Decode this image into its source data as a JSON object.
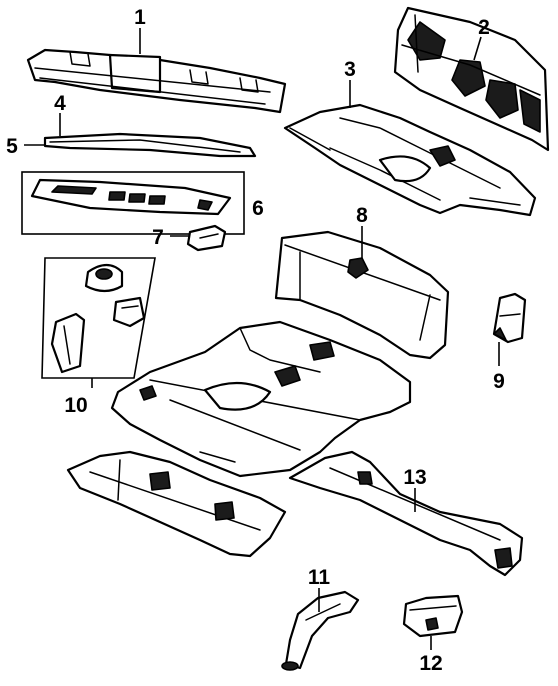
{
  "diagram": {
    "callouts": [
      {
        "id": "c1",
        "label": "1"
      },
      {
        "id": "c2",
        "label": "2"
      },
      {
        "id": "c3",
        "label": "3"
      },
      {
        "id": "c4",
        "label": "4"
      },
      {
        "id": "c5",
        "label": "5"
      },
      {
        "id": "c6",
        "label": "6"
      },
      {
        "id": "c7",
        "label": "7"
      },
      {
        "id": "c8",
        "label": "8"
      },
      {
        "id": "c9",
        "label": "9"
      },
      {
        "id": "c10",
        "label": "10"
      },
      {
        "id": "c11",
        "label": "11"
      },
      {
        "id": "c12",
        "label": "12"
      },
      {
        "id": "c13",
        "label": "13"
      }
    ],
    "colors": {
      "line": "#000000",
      "background": "#ffffff",
      "shade": "#1b1b1b"
    }
  }
}
